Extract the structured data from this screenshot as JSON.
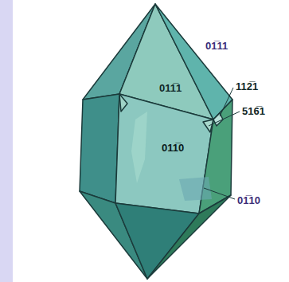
{
  "diagram": {
    "labels": [
      "01̅11",
      "011̅1",
      "112̅1",
      "516̅1",
      "011̅0",
      "01̅10"
    ]
  }
}
